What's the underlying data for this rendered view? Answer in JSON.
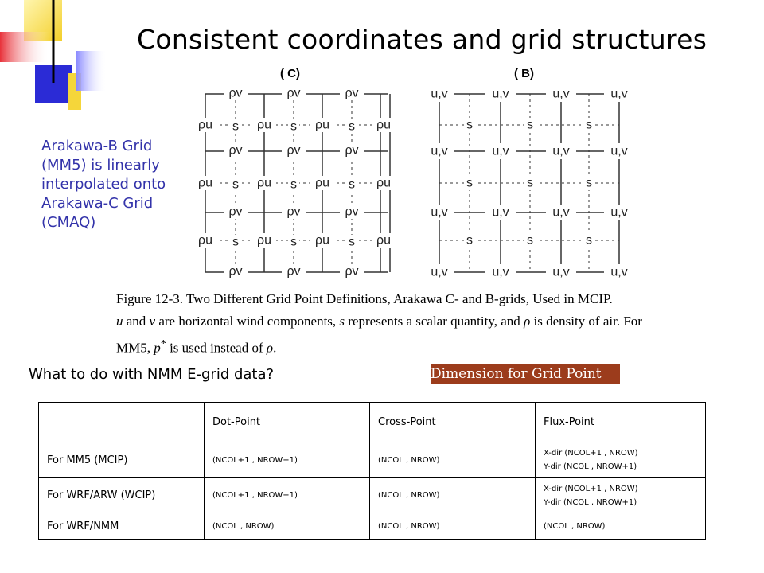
{
  "title": "Consistent coordinates and grid structures",
  "side_note": "Arakawa-B Grid (MM5) is linearly interpolated onto Arakawa-C Grid (CMAQ)",
  "question": "What to do with NMM E-grid data?",
  "dimension_label": "Dimension for Grid Point",
  "figure": {
    "label_c": "( C)",
    "label_b": "( B)",
    "caption_line1": "Figure 12-3.  Two Different Grid Point Definitions, Arakawa C- and B-grids, Used in MCIP.",
    "caption_u": "u",
    "caption_and": " and ",
    "caption_v": "v",
    "caption_mid1": " are horizontal wind components, ",
    "caption_s": "s",
    "caption_mid2": " represents a scalar quantity, and ",
    "caption_rho": "ρ",
    "caption_mid3": " is density of air.  For",
    "caption_mm5": "MM5, ",
    "caption_p": "p",
    "caption_star": "*",
    "caption_mid4": " is used instead of ",
    "caption_rho2": "ρ",
    "caption_end": ".",
    "rho_u": "ρu",
    "rho_v": "ρv",
    "s": "s",
    "uv": "u,v"
  },
  "table": {
    "headers": [
      "",
      "Dot-Point",
      "Cross-Point",
      "Flux-Point"
    ],
    "rows": [
      {
        "label": "For MM5 (MCIP)",
        "dot": "(NCOL+1 , NROW+1)",
        "cross": "(NCOL , NROW)",
        "flux_x": "X-dir (NCOL+1 , NROW)",
        "flux_y": "Y-dir (NCOL , NROW+1)"
      },
      {
        "label": "For WRF/ARW (WCIP)",
        "dot": "(NCOL+1 , NROW+1)",
        "cross": "(NCOL , NROW)",
        "flux_x": "X-dir (NCOL+1 , NROW)",
        "flux_y": "Y-dir (NCOL , NROW+1)"
      },
      {
        "label": "For WRF/NMM",
        "dot": "(NCOL , NROW)",
        "cross": "(NCOL , NROW)",
        "flux": "(NCOL , NROW)"
      }
    ]
  },
  "colors": {
    "logo_yellow": "#f5d63a",
    "logo_blue": "#2b2bd6",
    "logo_red": "#e8323a",
    "side_note": "#3333aa",
    "dimension_bg": "#9c3c1c"
  }
}
